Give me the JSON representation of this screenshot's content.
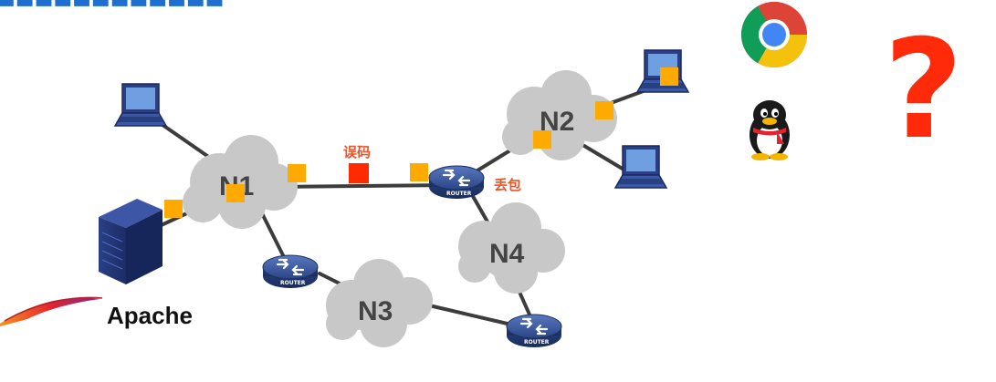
{
  "title_fragment": "■■■■■■■■■■■■",
  "networks": {
    "n1": "N1",
    "n2": "N2",
    "n3": "N3",
    "n4": "N4"
  },
  "router_label": "ROUTER",
  "annotations": {
    "bit_error": "误码",
    "packet_loss": "丢包"
  },
  "apache_label": "Apache",
  "question_mark": "?",
  "colors": {
    "packet": "#ffaa00",
    "error_packet": "#ff2a00",
    "link": "#3c3c3c",
    "cloud": "#c8c8c8",
    "router": "#2f4a8a",
    "question": "#ff2a0a",
    "title": "#1f6fd1"
  },
  "icons": [
    "laptop-icon",
    "server-icon",
    "router-icon",
    "chrome-icon",
    "qq-penguin-icon",
    "apache-feather-icon"
  ]
}
